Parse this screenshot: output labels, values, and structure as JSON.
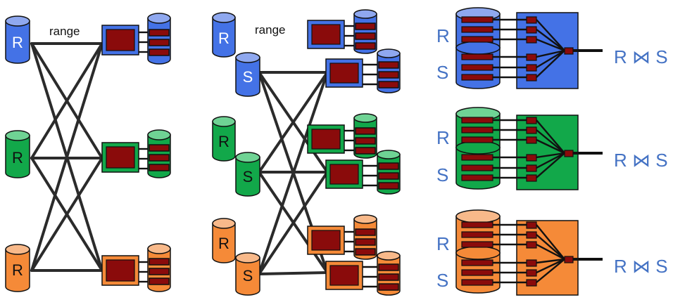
{
  "panel1": {
    "range_label": "range",
    "cyl_labels": [
      "R",
      "R",
      "R"
    ]
  },
  "panel2": {
    "range_label": "range",
    "cyl_labels": [
      "R",
      "S",
      "R",
      "S",
      "R",
      "S"
    ]
  },
  "panel3": {
    "rows": [
      {
        "r_label": "R",
        "s_label": "S",
        "join_label": "R ⋈ S"
      },
      {
        "r_label": "R",
        "s_label": "S",
        "join_label": "R ⋈ S"
      },
      {
        "r_label": "R",
        "s_label": "S",
        "join_label": "R ⋈ S"
      }
    ]
  },
  "colors": {
    "blue": "#4472e6",
    "blue_top": "#8fa8ef",
    "green": "#12a84a",
    "green_top": "#6fd394",
    "orange": "#f58a38",
    "orange_top": "#f8b98a",
    "node": "#8a0b0b",
    "wire": "#2b2b2b",
    "label_blue": "#4472c4"
  }
}
